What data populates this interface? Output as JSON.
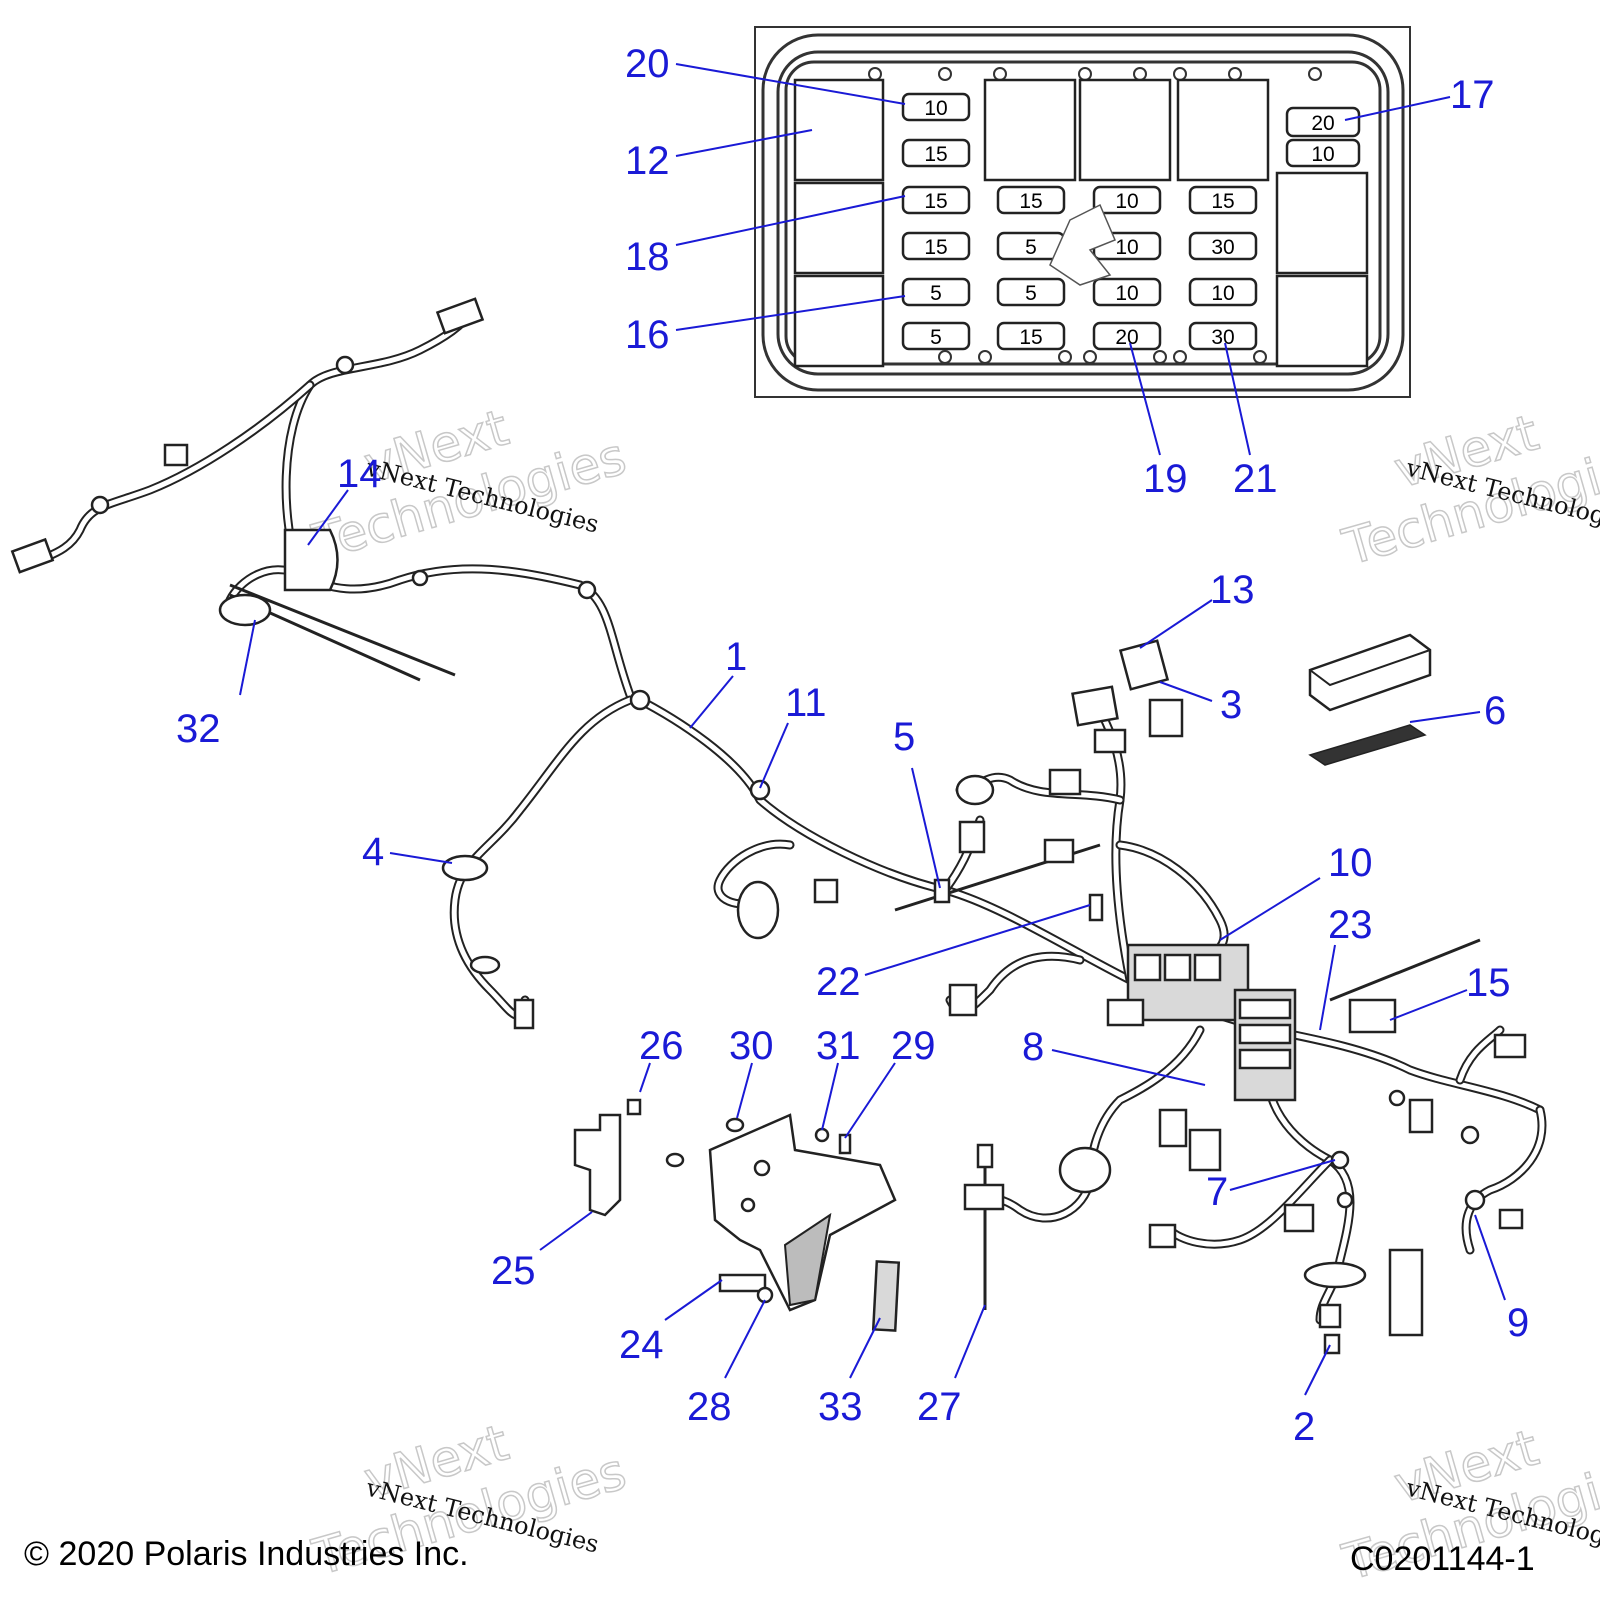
{
  "watermark": {
    "line1": "vNext",
    "line2": "Technologies",
    "small": "vNext Technologies"
  },
  "footer": {
    "copyright": "© 2020 Polaris Industries Inc.",
    "drawing_id": "C0201144-1"
  },
  "fuse_box": {
    "col1": [
      "10",
      "15",
      "15",
      "15",
      "5",
      "5"
    ],
    "col2": [
      "15",
      "5",
      "5",
      "15"
    ],
    "col3": [
      "10",
      "10",
      "10",
      "20"
    ],
    "col4": [
      "15",
      "30",
      "10",
      "30"
    ],
    "top_right": [
      "20",
      "10"
    ]
  },
  "callouts": {
    "c1": "1",
    "c2": "2",
    "c3": "3",
    "c4": "4",
    "c5": "5",
    "c6": "6",
    "c7": "7",
    "c8": "8",
    "c9": "9",
    "c10": "10",
    "c11": "11",
    "c12": "12",
    "c13": "13",
    "c14": "14",
    "c15": "15",
    "c16": "16",
    "c17": "17",
    "c18": "18",
    "c19": "19",
    "c20": "20",
    "c21": "21",
    "c22": "22",
    "c23": "23",
    "c24": "24",
    "c25": "25",
    "c26": "26",
    "c27": "27",
    "c28": "28",
    "c29": "29",
    "c30": "30",
    "c31": "31",
    "c32": "32",
    "c33": "33"
  }
}
